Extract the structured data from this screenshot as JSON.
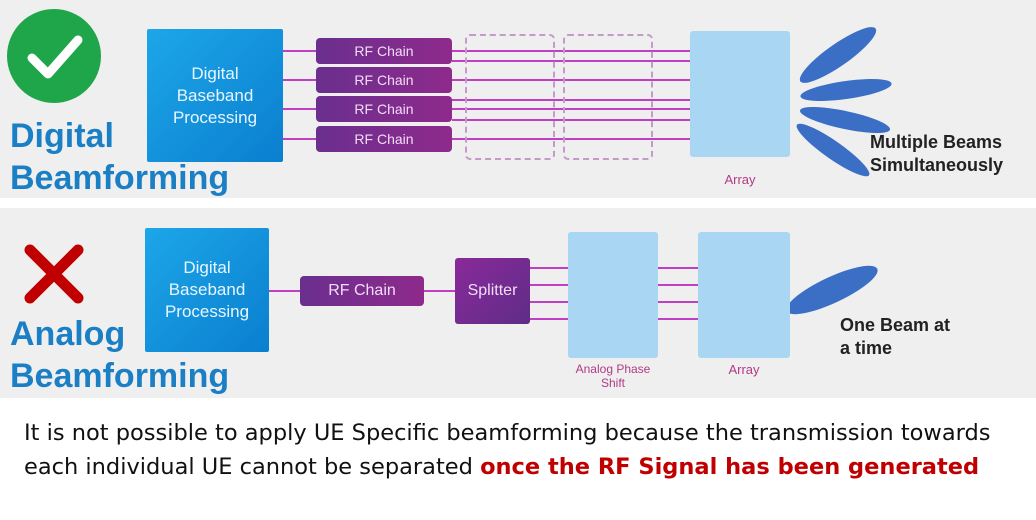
{
  "digital": {
    "title_line1": "Digital",
    "title_line2": "Beamforming",
    "baseband_label": "Digital\nBaseband\nProcessing",
    "rf_chains": [
      "RF Chain",
      "RF Chain",
      "RF Chain",
      "RF Chain"
    ],
    "array_label": "Array",
    "beams_text": "Multiple Beams\nSimultaneously",
    "status_icon": "check-icon",
    "status_color": "#1fa64a"
  },
  "analog": {
    "title_line1": "Analog",
    "title_line2": "Beamforming",
    "baseband_label": "Digital\nBaseband\nProcessing",
    "rf_chain": "RF Chain",
    "splitter_label": "Splitter",
    "phase_shift_label": "Analog Phase\nShift",
    "array_label": "Array",
    "beams_text": "One Beam at\na time",
    "status_icon": "cross-icon",
    "status_color": "#c00000"
  },
  "caption": {
    "text": "It is not possible to apply UE Specific beamforming because the transmission towards each individual UE cannot be separated ",
    "highlight": "once the RF Signal has been generated"
  },
  "colors": {
    "title": "#1a7fc4",
    "lines": "#c03fc4",
    "antenna": "#b0167a",
    "beam": "#3b6fc6"
  }
}
